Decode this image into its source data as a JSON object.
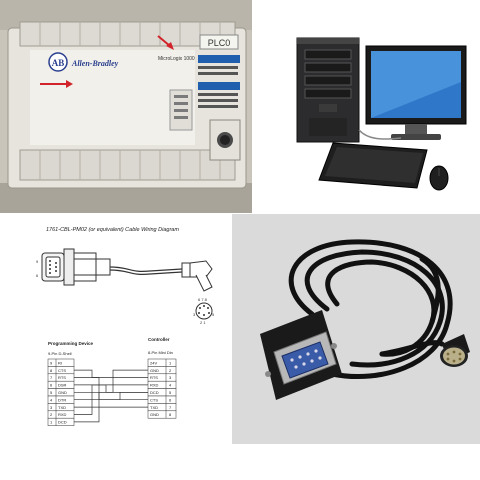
{
  "plc": {
    "brand": "Allen-Bradley",
    "model": "MicroLogix 1000",
    "tag": "PLC0"
  },
  "wiring": {
    "title": "1761-CBL-PM02 (or equivalent) Cable Wiring Diagram",
    "device_label": "Programming Device",
    "device_sub": "9-Pin D-Shell",
    "controller_label": "Controller",
    "controller_sub": "8-Pin Mini Din",
    "device_pins": [
      {
        "num": "9",
        "name": "RI"
      },
      {
        "num": "8",
        "name": "CTS"
      },
      {
        "num": "7",
        "name": "RTS"
      },
      {
        "num": "6",
        "name": "DSR"
      },
      {
        "num": "5",
        "name": "GND"
      },
      {
        "num": "4",
        "name": "DTR"
      },
      {
        "num": "3",
        "name": "TXD"
      },
      {
        "num": "2",
        "name": "RXD"
      },
      {
        "num": "1",
        "name": "DCD"
      }
    ],
    "controller_pins": [
      {
        "name": "24V",
        "num": "1"
      },
      {
        "name": "GND",
        "num": "2"
      },
      {
        "name": "RTS",
        "num": "3"
      },
      {
        "name": "RXD",
        "num": "4"
      },
      {
        "name": "DCD",
        "num": "5"
      },
      {
        "name": "CTS",
        "num": "6"
      },
      {
        "name": "TXD",
        "num": "7"
      },
      {
        "name": "GND",
        "num": "8"
      }
    ]
  }
}
